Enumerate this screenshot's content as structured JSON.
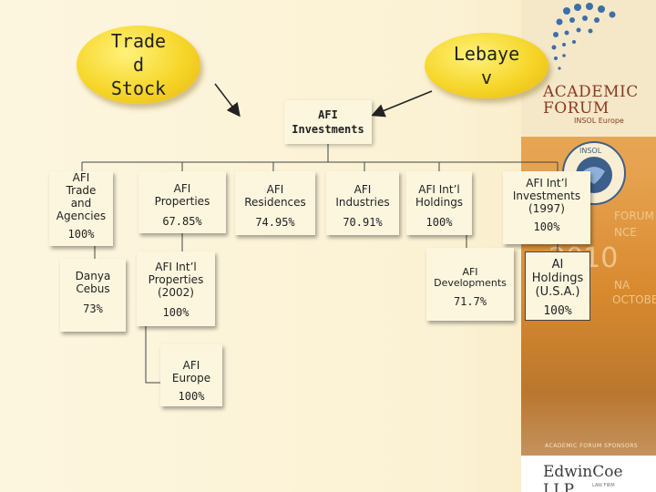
{
  "colors": {
    "oval_fill": "#f6d62a",
    "background": "#fbf3d8",
    "sidebar_accent": "#e6a24f",
    "logo_text": "#8b3a1e",
    "arrow": "#222222"
  },
  "ovals": {
    "traded_stock": "Trade\nd\nStock",
    "lebayev": "Lebaye\nv"
  },
  "root": {
    "label": "AFI\nInvestments"
  },
  "nodes": {
    "trade_agencies": {
      "name": "AFI\nTrade\nand\nAgencies",
      "pct": "100%"
    },
    "properties": {
      "name": "AFI\nProperties",
      "pct": "67.85%"
    },
    "residences": {
      "name": "AFI\nResidences",
      "pct": "74.95%"
    },
    "industries": {
      "name": "AFI\nIndustries",
      "pct": "70.91%"
    },
    "intl_holdings": {
      "name": "AFI Int’l\nHoldings",
      "pct": "100%"
    },
    "intl_investments": {
      "name": "AFI Int’l\nInvestments\n(1997)",
      "pct": "100%"
    },
    "danya_cebus": {
      "name": "Danya\nCebus",
      "pct": "73%"
    },
    "intl_properties": {
      "name": "AFI Int’l\nProperties\n(2002)",
      "pct": "100%"
    },
    "europe": {
      "name": "AFI\nEurope",
      "pct": "100%"
    },
    "developments": {
      "name": "AFI\nDevelopments",
      "pct": "71.7%"
    },
    "ai_holdings": {
      "name": "AI\nHoldings\n(U.S.A.)",
      "pct": "100%"
    }
  },
  "sidebar": {
    "logo_line1": "ACADEMIC",
    "logo_line2": "FORUM",
    "logo_sub": "INSOL Europe",
    "seal_text": "INSOL",
    "faint_forum": "FORUM",
    "faint_nce": "NCE",
    "year": "2010",
    "faint_na": "NA",
    "faint_october": "OCTOBER",
    "sponsors": "ACADEMIC FORUM SPONSORS",
    "edwin": "EdwinCoe LLP",
    "edwin_small": "LAW FIRM"
  }
}
